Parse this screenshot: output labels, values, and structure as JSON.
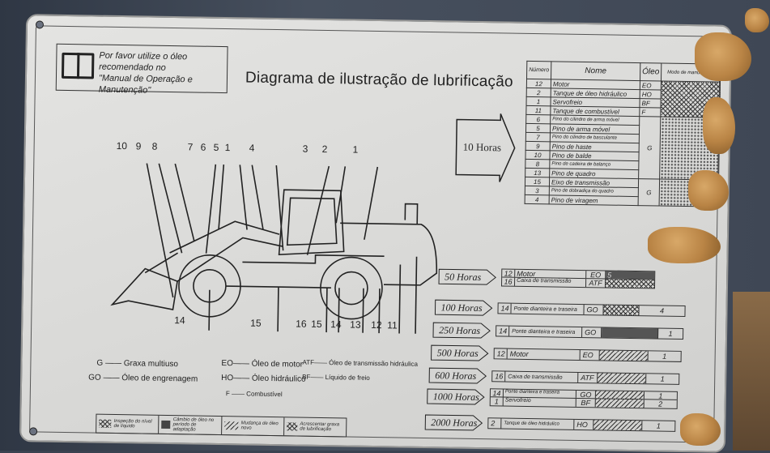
{
  "manual_note": {
    "line1": "Por favor utilize o óleo recomendado no",
    "line2": "\"Manual de Operação e Manutenção\""
  },
  "title": "Diagrama de ilustração de lubrificação",
  "top_numbers": [
    "10",
    "9",
    "8",
    "7",
    "6",
    "5",
    "1",
    "4",
    "3",
    "2",
    "1"
  ],
  "bottom_numbers": [
    "14",
    "15",
    "16",
    "15",
    "14",
    "13",
    "12",
    "11"
  ],
  "table": {
    "headers": {
      "numero": "Número",
      "nome": "Nome",
      "oleo": "Óleo",
      "modo": "Modo de manutenção"
    },
    "rows": [
      {
        "n": "12",
        "nome": "Motor",
        "oleo": "EO"
      },
      {
        "n": "2",
        "nome": "Tanque de óleo hidráulico",
        "oleo": "HO"
      },
      {
        "n": "1",
        "nome": "Servofreio",
        "oleo": "BF"
      },
      {
        "n": "11",
        "nome": "Tanque de combustível",
        "oleo": "F"
      },
      {
        "n": "6",
        "nome": "Pino do cilindro de arma móvel",
        "oleo": ""
      },
      {
        "n": "5",
        "nome": "Pino de arma móvel",
        "oleo": ""
      },
      {
        "n": "7",
        "nome": "Pino do cilindro de basculante",
        "oleo": ""
      },
      {
        "n": "9",
        "nome": "Pino de haste",
        "oleo": "G"
      },
      {
        "n": "10",
        "nome": "Pino de balde",
        "oleo": ""
      },
      {
        "n": "8",
        "nome": "Pino de cadeira de balanço",
        "oleo": ""
      },
      {
        "n": "13",
        "nome": "Pino de quadro",
        "oleo": ""
      },
      {
        "n": "15",
        "nome": "Eixo de transmissão",
        "oleo": ""
      },
      {
        "n": "3",
        "nome": "Pino de dobradiça do quadro",
        "oleo": "G"
      },
      {
        "n": "4",
        "nome": "Pino de viragem",
        "oleo": ""
      }
    ],
    "extra_mark": "6"
  },
  "hours_10": "10 Horas",
  "schedules": [
    {
      "label": "50 Horas",
      "rows": [
        [
          "12",
          "Motor",
          "EO",
          "5"
        ],
        [
          "16",
          "Caixa de transmissão",
          "ATF",
          ""
        ]
      ]
    },
    {
      "label": "100 Horas",
      "rows": [
        [
          "14",
          "Ponte dianteira e traseira",
          "GO",
          "4"
        ]
      ]
    },
    {
      "label": "250 Horas",
      "rows": [
        [
          "14",
          "Ponte dianteira e traseira",
          "GO",
          "1"
        ]
      ]
    },
    {
      "label": "500 Horas",
      "rows": [
        [
          "12",
          "Motor",
          "EO",
          "1"
        ]
      ]
    },
    {
      "label": "600 Horas",
      "rows": [
        [
          "16",
          "Caixa de transmissão",
          "ATF",
          "1"
        ]
      ]
    },
    {
      "label": "1000 Horas",
      "rows": [
        [
          "14",
          "Ponte dianteira e traseira",
          "GO",
          "1"
        ],
        [
          "1",
          "Servofreio",
          "BF",
          "2"
        ]
      ]
    },
    {
      "label": "2000 Horas",
      "rows": [
        [
          "2",
          "Tanque de óleo hidráulico",
          "HO",
          "1"
        ]
      ]
    }
  ],
  "legend": {
    "g": "G —— Graxa multiuso",
    "go": "GO —— Óleo de engrenagem",
    "eo": "EO—— Óleo de motor",
    "ho": "HO—— Óleo hidráulico",
    "atf": "ATF—— Óleo de transmissão hidráulica",
    "bf": "BF—— Líquido de freio",
    "f": "F —— Combustível"
  },
  "key": {
    "inspect": "Inspeção do nível de líquido",
    "change": "Câmbio de óleo no período de adaptação",
    "new_oil": "Mudança de óleo novo",
    "grease": "Acrescentar graxa de lubrificação"
  },
  "colors": {
    "plate": "#d8d8d6",
    "ink": "#2b2b2b",
    "mud": "#b98445"
  }
}
